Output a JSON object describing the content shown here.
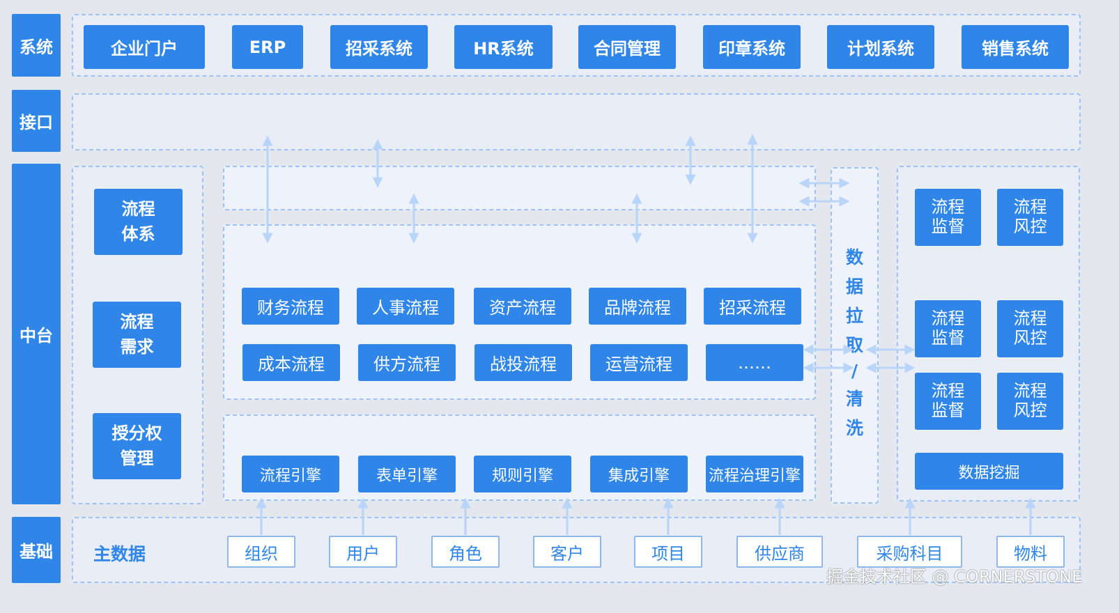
{
  "rows": {
    "system": "系统",
    "interface": "接口",
    "middle": "中台",
    "base": "基础"
  },
  "systems": [
    "企业门户",
    "ERP",
    "招采系统",
    "HR系统",
    "合同管理",
    "印章系统",
    "计划系统",
    "销售系统"
  ],
  "left_panel": {
    "process_system": [
      "流程",
      "体系"
    ],
    "process_demand": [
      "流程",
      "需求"
    ],
    "authorization": [
      "授分权",
      "管理"
    ]
  },
  "processes": [
    "财务流程",
    "人事流程",
    "资产流程",
    "品牌流程",
    "招采流程",
    "成本流程",
    "供方流程",
    "战投流程",
    "运营流程",
    "……"
  ],
  "engines": [
    "流程引擎",
    "表单引擎",
    "规则引擎",
    "集成引擎",
    "流程治理引擎"
  ],
  "data_column": [
    "数",
    "据",
    "拉",
    "取",
    "/",
    "清",
    "洗"
  ],
  "right_panel": {
    "monitor": [
      "流程",
      "监督"
    ],
    "risk": [
      "流程",
      "风控"
    ],
    "mining": "数据挖掘"
  },
  "master_data": {
    "label": "主数据",
    "items": [
      "组织",
      "用户",
      "角色",
      "客户",
      "项目",
      "供应商",
      "采购科目",
      "物料"
    ]
  },
  "watermark": "掘金技术社区 @ CORNERSTONE",
  "colors": {
    "accent": "#2f86e8",
    "dashed_border": "#9ec2f4",
    "arrow": "#b8d4f8",
    "background": "#e4e8ee"
  }
}
